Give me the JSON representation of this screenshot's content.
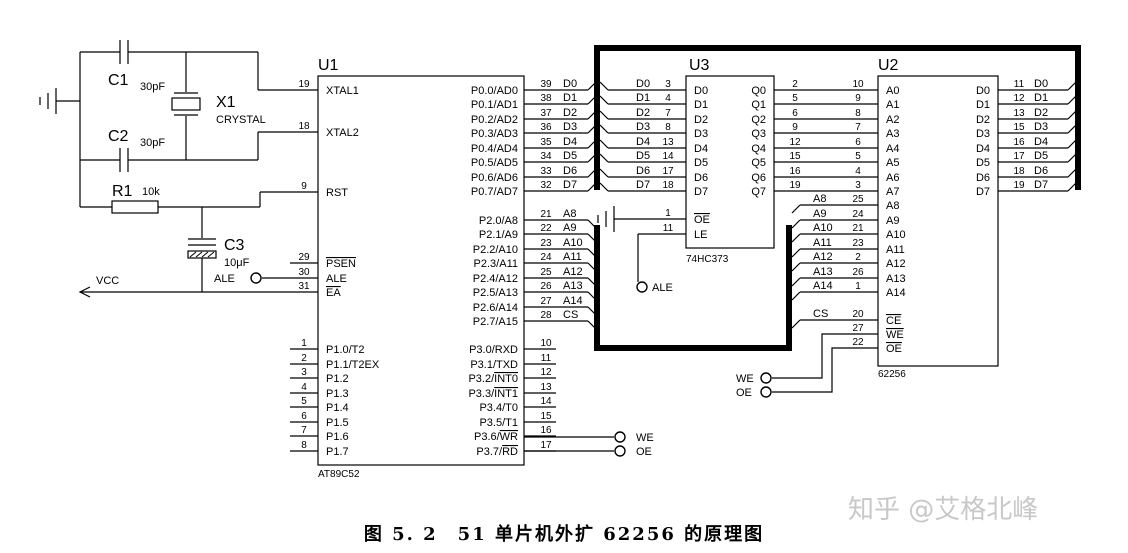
{
  "components": {
    "u1": {
      "ref": "U1",
      "part": "AT89C52"
    },
    "u2": {
      "ref": "U2",
      "part": "62256"
    },
    "u3": {
      "ref": "U3",
      "part": "74HC373"
    },
    "c1": {
      "ref": "C1",
      "value": "30pF"
    },
    "c2": {
      "ref": "C2",
      "value": "30pF"
    },
    "c3": {
      "ref": "C3",
      "value": "10μF"
    },
    "r1": {
      "ref": "R1",
      "value": "10k"
    },
    "x1": {
      "ref": "X1",
      "value": "CRYSTAL"
    }
  },
  "u1_left_pins": [
    {
      "num": "19",
      "name": "XTAL1"
    },
    {
      "num": "18",
      "name": "XTAL2"
    },
    {
      "num": "9",
      "name": "RST"
    },
    {
      "num": "29",
      "name": "PSEN"
    },
    {
      "num": "30",
      "name": "ALE"
    },
    {
      "num": "31",
      "name": "EA"
    },
    {
      "num": "1",
      "name": "P1.0/T2"
    },
    {
      "num": "2",
      "name": "P1.1/T2EX"
    },
    {
      "num": "3",
      "name": "P1.2"
    },
    {
      "num": "4",
      "name": "P1.3"
    },
    {
      "num": "5",
      "name": "P1.4"
    },
    {
      "num": "6",
      "name": "P1.5"
    },
    {
      "num": "7",
      "name": "P1.6"
    },
    {
      "num": "8",
      "name": "P1.7"
    }
  ],
  "u1_right_pins": [
    {
      "num": "39",
      "name": "P0.0/AD0",
      "net": "D0"
    },
    {
      "num": "38",
      "name": "P0.1/AD1",
      "net": "D1"
    },
    {
      "num": "37",
      "name": "P0.2/AD2",
      "net": "D2"
    },
    {
      "num": "36",
      "name": "P0.3/AD3",
      "net": "D3"
    },
    {
      "num": "35",
      "name": "P0.4/AD4",
      "net": "D4"
    },
    {
      "num": "34",
      "name": "P0.5/AD5",
      "net": "D5"
    },
    {
      "num": "33",
      "name": "P0.6/AD6",
      "net": "D6"
    },
    {
      "num": "32",
      "name": "P0.7/AD7",
      "net": "D7"
    },
    {
      "num": "21",
      "name": "P2.0/A8",
      "net": "A8"
    },
    {
      "num": "22",
      "name": "P2.1/A9",
      "net": "A9"
    },
    {
      "num": "23",
      "name": "P2.2/A10",
      "net": "A10"
    },
    {
      "num": "24",
      "name": "P2.3/A11",
      "net": "A11"
    },
    {
      "num": "25",
      "name": "P2.4/A12",
      "net": "A12"
    },
    {
      "num": "26",
      "name": "P2.5/A13",
      "net": "A13"
    },
    {
      "num": "27",
      "name": "P2.6/A14",
      "net": "A14"
    },
    {
      "num": "28",
      "name": "P2.7/A15",
      "net": "CS"
    },
    {
      "num": "10",
      "name": "P3.0/RXD",
      "net": ""
    },
    {
      "num": "11",
      "name": "P3.1/TXD",
      "net": ""
    },
    {
      "num": "12",
      "name": "P3.2/INT0",
      "net": ""
    },
    {
      "num": "13",
      "name": "P3.3/INT1",
      "net": ""
    },
    {
      "num": "14",
      "name": "P3.4/T0",
      "net": ""
    },
    {
      "num": "15",
      "name": "P3.5/T1",
      "net": ""
    },
    {
      "num": "16",
      "name": "P3.6/WR",
      "net": ""
    },
    {
      "num": "17",
      "name": "P3.7/RD",
      "net": ""
    }
  ],
  "u3_left_pins": [
    {
      "num": "3",
      "name": "D0",
      "net": "D0"
    },
    {
      "num": "4",
      "name": "D1",
      "net": "D1"
    },
    {
      "num": "7",
      "name": "D2",
      "net": "D2"
    },
    {
      "num": "8",
      "name": "D3",
      "net": "D3"
    },
    {
      "num": "13",
      "name": "D4",
      "net": "D4"
    },
    {
      "num": "14",
      "name": "D5",
      "net": "D5"
    },
    {
      "num": "17",
      "name": "D6",
      "net": "D6"
    },
    {
      "num": "18",
      "name": "D7",
      "net": "D7"
    },
    {
      "num": "1",
      "name": "OE",
      "net": ""
    },
    {
      "num": "11",
      "name": "LE",
      "net": ""
    }
  ],
  "u3_right_pins": [
    {
      "num": "2",
      "name": "Q0"
    },
    {
      "num": "5",
      "name": "Q1"
    },
    {
      "num": "6",
      "name": "Q2"
    },
    {
      "num": "9",
      "name": "Q3"
    },
    {
      "num": "12",
      "name": "Q4"
    },
    {
      "num": "15",
      "name": "Q5"
    },
    {
      "num": "16",
      "name": "Q6"
    },
    {
      "num": "19",
      "name": "Q7"
    }
  ],
  "u2_left_pins": [
    {
      "num": "10",
      "name": "A0",
      "net": ""
    },
    {
      "num": "9",
      "name": "A1",
      "net": ""
    },
    {
      "num": "8",
      "name": "A2",
      "net": ""
    },
    {
      "num": "7",
      "name": "A3",
      "net": ""
    },
    {
      "num": "6",
      "name": "A4",
      "net": ""
    },
    {
      "num": "5",
      "name": "A5",
      "net": ""
    },
    {
      "num": "4",
      "name": "A6",
      "net": ""
    },
    {
      "num": "3",
      "name": "A7",
      "net": ""
    },
    {
      "num": "25",
      "name": "A8",
      "net": "A8"
    },
    {
      "num": "24",
      "name": "A9",
      "net": "A9"
    },
    {
      "num": "21",
      "name": "A10",
      "net": "A10"
    },
    {
      "num": "23",
      "name": "A11",
      "net": "A11"
    },
    {
      "num": "2",
      "name": "A12",
      "net": "A12"
    },
    {
      "num": "26",
      "name": "A13",
      "net": "A13"
    },
    {
      "num": "1",
      "name": "A14",
      "net": "A14"
    },
    {
      "num": "20",
      "name": "CE",
      "net": "CS"
    },
    {
      "num": "27",
      "name": "WE",
      "net": ""
    },
    {
      "num": "22",
      "name": "OE",
      "net": ""
    }
  ],
  "u2_right_pins": [
    {
      "num": "11",
      "name": "D0",
      "net": "D0"
    },
    {
      "num": "12",
      "name": "D1",
      "net": "D1"
    },
    {
      "num": "13",
      "name": "D2",
      "net": "D2"
    },
    {
      "num": "15",
      "name": "D3",
      "net": "D3"
    },
    {
      "num": "16",
      "name": "D4",
      "net": "D4"
    },
    {
      "num": "17",
      "name": "D5",
      "net": "D5"
    },
    {
      "num": "18",
      "name": "D6",
      "net": "D6"
    },
    {
      "num": "19",
      "name": "D7",
      "net": "D7"
    }
  ],
  "terminals": {
    "vcc": "VCC",
    "ale_left": "ALE",
    "ale_u3": "ALE",
    "we_u1": "WE",
    "oe_u1": "OE",
    "we_u2": "WE",
    "oe_u2": "OE"
  },
  "caption": "图 5. 2　51 单片机外扩 62256 的原理图",
  "watermark": "知乎 @艾格北峰"
}
